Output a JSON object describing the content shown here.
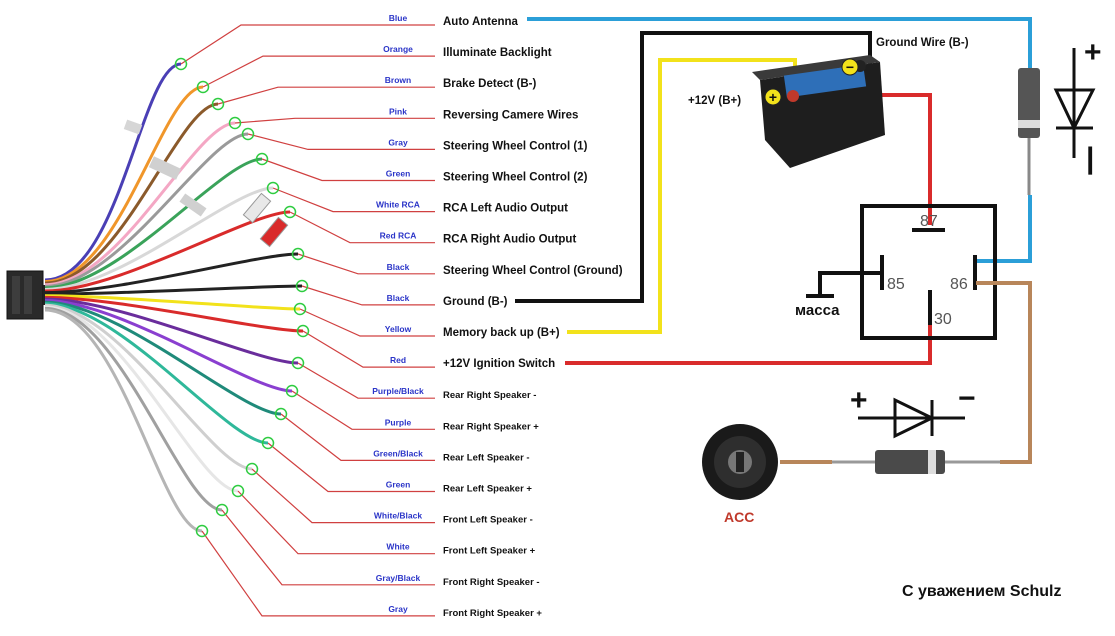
{
  "harness": {
    "rows": [
      {
        "color_name": "Blue",
        "function": "Auto Antenna",
        "wire_color": "#4a3fb5"
      },
      {
        "color_name": "Orange",
        "function": "Illuminate Backlight",
        "wire_color": "#f0962a"
      },
      {
        "color_name": "Brown",
        "function": "Brake Detect (B-)",
        "wire_color": "#8b5a2b"
      },
      {
        "color_name": "Pink",
        "function": "Reversing Camere Wires",
        "wire_color": "#f4a7c4"
      },
      {
        "color_name": "Gray",
        "function": "Steering Wheel Control (1)",
        "wire_color": "#9a9a9a"
      },
      {
        "color_name": "Green",
        "function": "Steering Wheel Control (2)",
        "wire_color": "#3aa35a"
      },
      {
        "color_name": "White RCA",
        "function": "RCA Left Audio Output",
        "wire_color": "#d8d8d8"
      },
      {
        "color_name": "Red RCA",
        "function": "RCA Right Audio Output",
        "wire_color": "#d92b2b"
      },
      {
        "color_name": "Black",
        "function": "Steering Wheel Control (Ground)",
        "wire_color": "#222222"
      },
      {
        "color_name": "Black",
        "function": "Ground (B-)",
        "wire_color": "#222222"
      },
      {
        "color_name": "Yellow",
        "function": "Memory back up (B+)",
        "wire_color": "#f2e21b"
      },
      {
        "color_name": "Red",
        "function": "+12V  Ignition Switch",
        "wire_color": "#d92b2b"
      },
      {
        "color_name": "Purple/Black",
        "function": "Rear Right Speaker -",
        "wire_color": "#6a2d9c"
      },
      {
        "color_name": "Purple",
        "function": "Rear Right Speaker +",
        "wire_color": "#8a3fd0"
      },
      {
        "color_name": "Green/Black",
        "function": "Rear Left Speaker -",
        "wire_color": "#1f8a7a"
      },
      {
        "color_name": "Green",
        "function": "Rear Left Speaker +",
        "wire_color": "#2fb89a"
      },
      {
        "color_name": "White/Black",
        "function": "Front Left Speaker -",
        "wire_color": "#cfcfcf"
      },
      {
        "color_name": "White",
        "function": "Front Left Speaker +",
        "wire_color": "#e6e6e6"
      },
      {
        "color_name": "Gray/Black",
        "function": "Front Right Speaker -",
        "wire_color": "#a0a0a0"
      },
      {
        "color_name": "Gray",
        "function": "Front Right Speaker +",
        "wire_color": "#b5b5b5"
      }
    ]
  },
  "labels": {
    "ground_wire": "Ground Wire (B-)",
    "battery_plus": "+12V  (B+)",
    "massa": "масса",
    "acc": "ACC",
    "author": "С  уважением   Schulz"
  },
  "relay": {
    "pin_87": "87",
    "pin_85": "85",
    "pin_86": "86",
    "pin_30": "30"
  },
  "diode_signs": {
    "plus": "+",
    "minus": "−"
  },
  "colors": {
    "antenna_blue": "#2b9fd8",
    "ground_black": "#111111",
    "battery_yellow": "#f2e21b",
    "ignition_red": "#d92b2b",
    "acc_brown": "#b8865a",
    "label_blue": "#2b35c8",
    "leader_red": "#d04040"
  }
}
